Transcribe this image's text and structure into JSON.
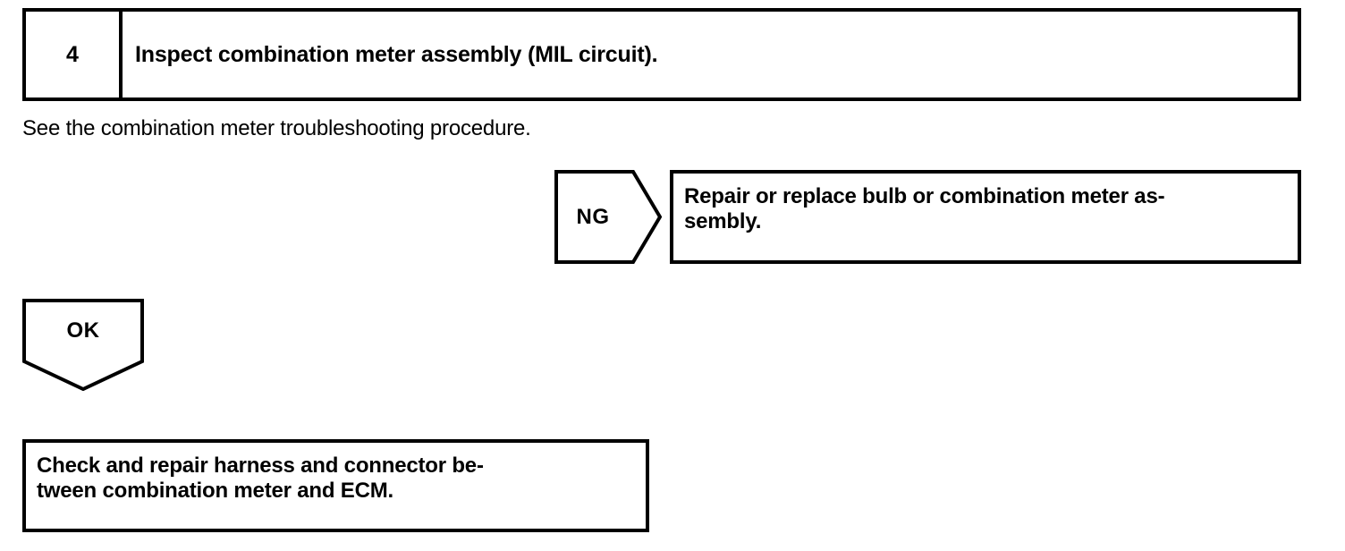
{
  "step": {
    "number": "4",
    "title": "Inspect combination meter assembly (MIL circuit)."
  },
  "note": {
    "text": "See the combination meter troubleshooting procedure."
  },
  "branches": [
    {
      "judgement": "NG",
      "direction": "right",
      "result_lines": [
        "Repair or replace bulb or combination meter as-",
        "sembly."
      ]
    },
    {
      "judgement": "OK",
      "direction": "down",
      "result_lines": [
        "Check and repair harness and connector be-",
        "tween combination meter and ECM."
      ]
    }
  ],
  "colors": {
    "line": "#000000",
    "background": "#ffffff",
    "text": "#000000"
  }
}
